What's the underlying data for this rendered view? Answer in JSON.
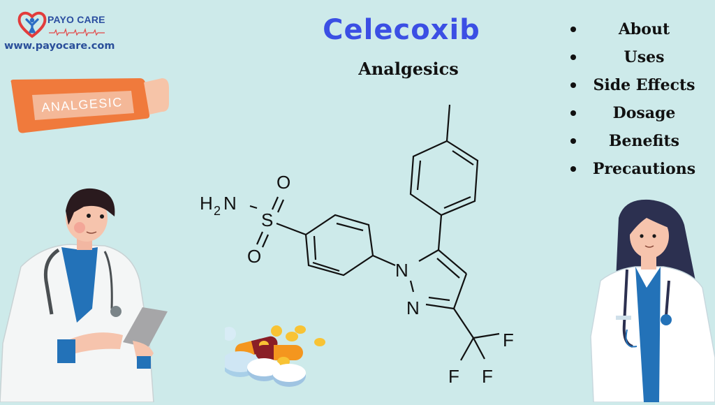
{
  "brand": {
    "name": "PAYO CARE",
    "url": "www.payocare.com",
    "colors": {
      "heart": "#e23c3c",
      "figure": "#2b6cc4",
      "text": "#2b4ea0",
      "pulse": "#e24848"
    }
  },
  "header": {
    "title": "Celecoxib",
    "subtitle": "Analgesics",
    "title_color": "#3b4fe4"
  },
  "menu": {
    "items": [
      {
        "label": "About"
      },
      {
        "label": "Uses"
      },
      {
        "label": "Side Effects"
      },
      {
        "label": "Dosage"
      },
      {
        "label": "Benefits"
      },
      {
        "label": "Precautions"
      }
    ]
  },
  "illustrations": {
    "tube_label": "ANALGESIC",
    "tube_color": "#f07a3c",
    "molecule": {
      "name": "celecoxib-structure",
      "atoms": {
        "amine": "H2N",
        "sulfur": "S",
        "oxygen_top": "O",
        "oxygen_bottom": "O",
        "n1": "N",
        "n2": "N",
        "f1": "F",
        "f2": "F",
        "f3": "F"
      }
    },
    "pills": "pills-pile",
    "doctor_male": "male-doctor-with-tablet",
    "doctor_female": "female-doctor"
  },
  "background_color": "#cdeaea"
}
